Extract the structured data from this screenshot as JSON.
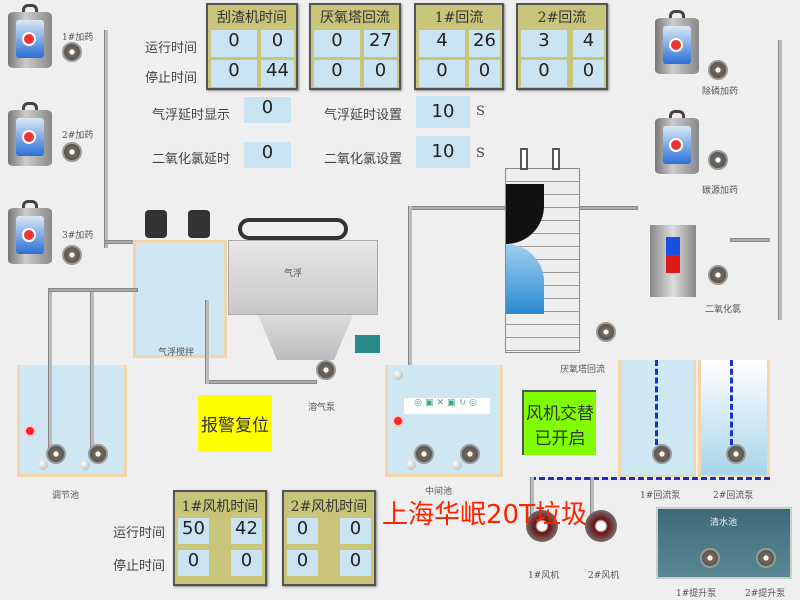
{
  "row_labels": {
    "run": "运行时间",
    "stop": "停止时间"
  },
  "top_panels": [
    {
      "title": "刮渣机时间",
      "run": [
        "0",
        "0"
      ],
      "stop": [
        "0",
        "44"
      ]
    },
    {
      "title": "厌氧塔回流",
      "run": [
        "0",
        "27"
      ],
      "stop": [
        "0",
        "0"
      ]
    },
    {
      "title": "1#回流",
      "run": [
        "4",
        "26"
      ],
      "stop": [
        "0",
        "0"
      ]
    },
    {
      "title": "2#回流",
      "run": [
        "3",
        "4"
      ],
      "stop": [
        "0",
        "0"
      ]
    }
  ],
  "settings": {
    "float_delay_display_label": "气浮延时显示",
    "float_delay_display": "0",
    "float_delay_set_label": "气浮延时设置",
    "float_delay_set": "10",
    "clo2_delay_label": "二氧化氯延时",
    "clo2_delay": "0",
    "clo2_set_label": "二氧化氯设置",
    "clo2_set": "10",
    "unit": "S"
  },
  "fan_panels": [
    {
      "title": "1#风机时间",
      "run": [
        "50",
        "42"
      ],
      "stop": [
        "0",
        "0"
      ]
    },
    {
      "title": "2#风机时间",
      "run": [
        "0",
        "0"
      ],
      "stop": [
        "0",
        "0"
      ]
    }
  ],
  "buttons": {
    "alarm_reset": "报警复位",
    "fan_alternate_l1": "风机交替",
    "fan_alternate_l2": "已开启"
  },
  "equipment": {
    "dose1": "1#加药",
    "dose2": "2#加药",
    "dose3": "3#加药",
    "dephos": "除磷加药",
    "carbon": "碳源加药",
    "clo2": "二氧化氯",
    "float_mix": "气浮搅拌",
    "float": "气浮",
    "air_pump": "溶气泵",
    "regulating_pool": "调节池",
    "middle_pool": "中间池",
    "anaerobic_return": "厌氧塔回流",
    "return_pump1": "1#回流泵",
    "return_pump2": "2#回流泵",
    "fan1": "1#风机",
    "fan2": "2#风机",
    "clear_pool": "清水池",
    "lift_pump1": "1#提升泵",
    "lift_pump2": "2#提升泵"
  },
  "watermark": "上海华岷20T垃圾",
  "colors": {
    "panel": "#c8c47a",
    "value": "#c9e3f2",
    "alarm": "#ffff00",
    "fan_alt": "#80ff00",
    "watermark": "#ff2200"
  }
}
